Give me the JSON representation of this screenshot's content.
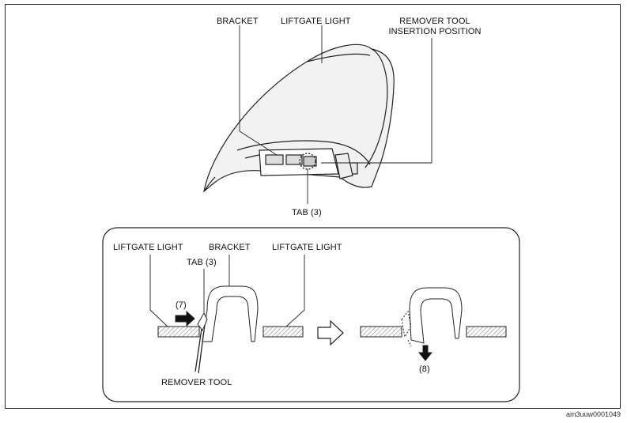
{
  "top_view": {
    "bracket": "BRACKET",
    "liftgate_light": "LIFTGATE LIGHT",
    "remover_tool_line1": "REMOVER TOOL",
    "remover_tool_line2": "INSERTION POSITION",
    "tab": "TAB (3)"
  },
  "detail_view": {
    "liftgate_light_left": "LIFTGATE LIGHT",
    "bracket": "BRACKET",
    "liftgate_light_right": "LIFTGATE LIGHT",
    "tab": "TAB (3)",
    "step7": "(7)",
    "remover_tool": "REMOVER TOOL",
    "step8": "(8)"
  },
  "doc_id": "am3uuw0001049"
}
